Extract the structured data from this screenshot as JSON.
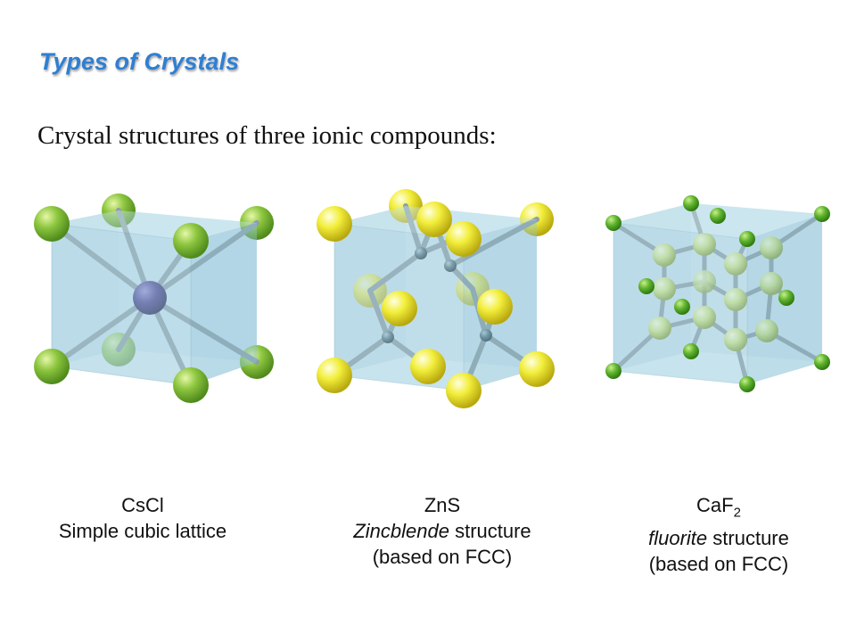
{
  "header": {
    "title": "Types of Crystals",
    "subtitle": "Crystal structures of three ionic compounds:"
  },
  "structures": [
    {
      "formula_main": "CsCl",
      "formula_sub": "",
      "name_italic": "",
      "name_rest": "Simple cubic lattice",
      "basis": ""
    },
    {
      "formula_main": "ZnS",
      "formula_sub": "",
      "name_italic": "Zincblende",
      "name_rest": " structure",
      "basis": "(based on FCC)"
    },
    {
      "formula_main": "CaF",
      "formula_sub": "2",
      "name_italic": "fluorite",
      "name_rest": " structure",
      "basis": "(based on FCC)"
    }
  ],
  "colors": {
    "title": "#2f7fd2",
    "cube_face": "#a9d3e3",
    "cube_edge": "#7fb3c8",
    "bond": "#8e9ea5",
    "cl_green": "#8dc63f",
    "cs_purple": "#4b3b8c",
    "s_yellow": "#f2ee3a",
    "zn_gray": "#5c7a86",
    "f_green": "#6fbf3a",
    "ca_lightgreen": "#d3e88a"
  }
}
